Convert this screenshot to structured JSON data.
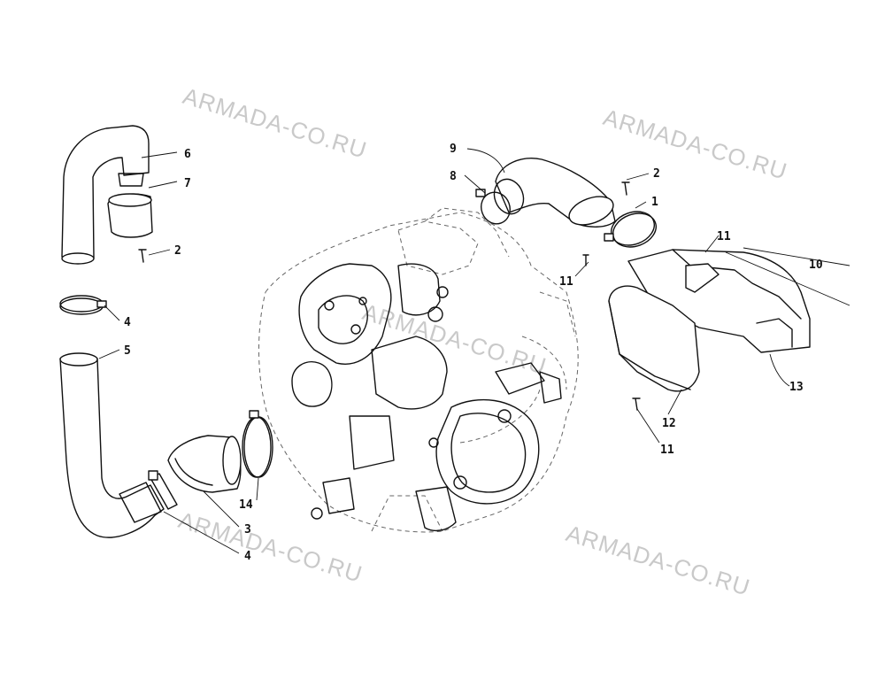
{
  "watermarks": [
    "ARMADA-CO.RU",
    "ARMADA-CO.RU",
    "ARMADA-CO.RU",
    "ARMADA-CO.RU",
    "ARMADA-CO.RU"
  ],
  "callouts": {
    "c1": "1",
    "c2a": "2",
    "c2b": "2",
    "c3": "3",
    "c4a": "4",
    "c4b": "4",
    "c5": "5",
    "c6": "6",
    "c7": "7",
    "c8": "8",
    "c9": "9",
    "c10": "10",
    "c11a": "11",
    "c11b": "11",
    "c11c": "11",
    "c12": "12",
    "c13": "13",
    "c14": "14"
  }
}
